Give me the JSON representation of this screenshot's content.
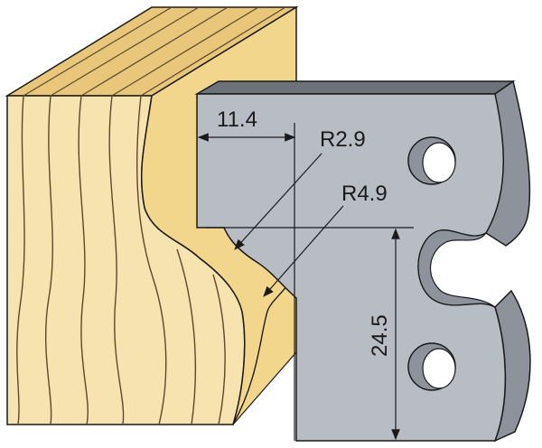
{
  "diagram": {
    "dimensions": {
      "width_label": "11.4",
      "radius_small_label": "R2.9",
      "radius_large_label": "R4.9",
      "height_label": "24.5"
    },
    "colors": {
      "wood_face": "#f6e3b0",
      "wood_end": "#f2d68c",
      "wood_top": "#e8c77a",
      "wood_grain": "#5a4a2a",
      "knife_face": "#b8bcc3",
      "knife_side": "#8e939b",
      "knife_edge": "#6d7279",
      "outline": "#1a1a1a",
      "hole": "#ffffff"
    }
  }
}
